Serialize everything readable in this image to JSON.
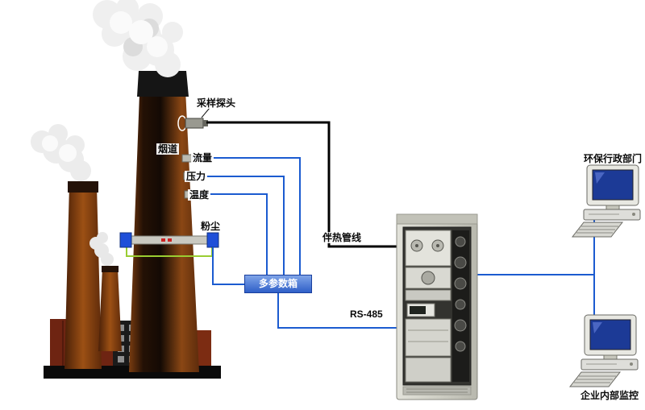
{
  "labels": {
    "sampling_probe": "采样探头",
    "flue": "烟道",
    "flow": "流量",
    "pressure": "压力",
    "temperature": "温度",
    "dust": "粉尘",
    "multi_param_box": "多参数箱",
    "heat_traced_line": "伴热管线",
    "rs485": "RS-485",
    "epa_department": "环保行政部门",
    "enterprise_monitoring": "企业内部监控"
  },
  "colors": {
    "signal_line_blue": "#1b5bd0",
    "param_box_blue": "#2f5fc8",
    "param_box_blue_light": "#7fa4e8",
    "dust_wire_green": "#9acd32",
    "screen_blue": "#1c3a96",
    "chimney_brown": "#8a4714"
  }
}
